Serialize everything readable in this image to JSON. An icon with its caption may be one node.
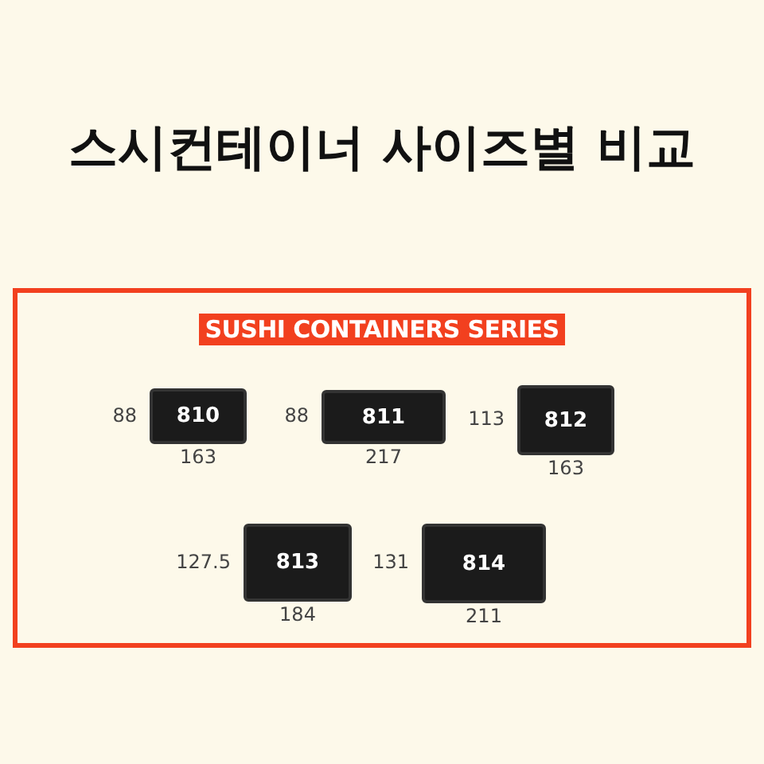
{
  "diagram": {
    "title": "스시컨테이너 사이즈별 비교",
    "nodes": [
      {
        "text": [
          "SUSHI CONTAINERS SERIES"
        ]
      },
      {
        "text": [
          "810"
        ],
        "in": 0,
        "beside": [
          "88",
          "163"
        ]
      },
      {
        "text": [
          "811"
        ],
        "in": 0,
        "beside": [
          "88",
          "217"
        ]
      },
      {
        "text": [
          "812"
        ],
        "in": 0,
        "beside": [
          "113",
          "163"
        ]
      },
      {
        "text": [
          "813"
        ],
        "in": 0,
        "beside": [
          "127.5",
          "184"
        ]
      },
      {
        "text": [
          "814"
        ],
        "in": 0,
        "beside": [
          "131",
          "211"
        ]
      }
    ]
  }
}
